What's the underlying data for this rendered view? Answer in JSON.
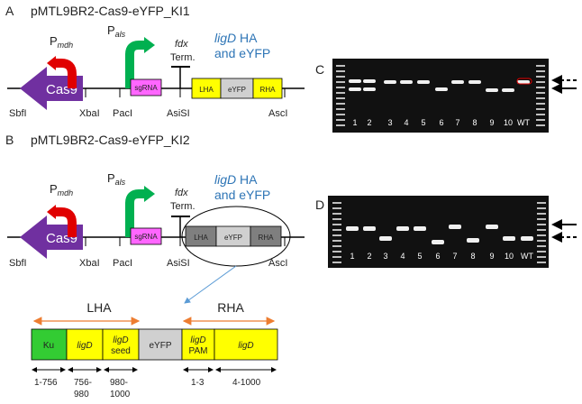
{
  "panelA": {
    "letter": "A",
    "title": "pMTL9BR2-Cas9-eYFP_KI1",
    "pmdh": "P",
    "pmdh_sub": "mdh",
    "pals": "P",
    "pals_sub": "als",
    "fdx": "fdx",
    "term": "Term.",
    "ligd_line1": "ligD",
    "ligd_line1_rest": " HA",
    "ligd_line2": "and eYFP",
    "cas9": "Cas9",
    "sgrna": "sgRNA",
    "lha": "LHA",
    "eyfp": "eYFP",
    "rha": "RHA",
    "sites": [
      "SbfI",
      "XbaI",
      "PacI",
      "AsiSI",
      "AscI"
    ]
  },
  "panelB": {
    "letter": "B",
    "title": "pMTL9BR2-Cas9-eYFP_KI2",
    "pmdh": "P",
    "pmdh_sub": "mdh",
    "pals": "P",
    "pals_sub": "als",
    "fdx": "fdx",
    "term": "Term.",
    "ligd_line1": "ligD",
    "ligd_line1_rest": " HA",
    "ligd_line2": "and eYFP",
    "cas9": "Cas9",
    "sgrna": "sgRNA",
    "lha": "LHA",
    "eyfp": "eYFP",
    "rha": "RHA",
    "sites": [
      "SbfI",
      "XbaI",
      "PacI",
      "AsiSI",
      "AscI"
    ]
  },
  "detail": {
    "lha_label": "LHA",
    "rha_label": "RHA",
    "blocks": [
      {
        "top": "Ku",
        "bottom": ""
      },
      {
        "top": "ligD",
        "bottom": ""
      },
      {
        "top": "ligD",
        "bottom": "seed"
      },
      {
        "top": "eYFP",
        "bottom": ""
      },
      {
        "top": "ligD",
        "bottom": "PAM"
      },
      {
        "top": "ligD",
        "bottom": ""
      }
    ],
    "ranges": [
      {
        "l1": "1-756",
        "l2": ""
      },
      {
        "l1": "756-",
        "l2": "980"
      },
      {
        "l1": "980-",
        "l2": "1000"
      },
      {
        "l1": "1-3",
        "l2": ""
      },
      {
        "l1": "4-1000",
        "l2": ""
      }
    ]
  },
  "gelC": {
    "letter": "C",
    "lanes": [
      "1",
      "2",
      "3",
      "4",
      "5",
      "6",
      "7",
      "8",
      "9",
      "10",
      "WT"
    ]
  },
  "gelD": {
    "letter": "D",
    "lanes": [
      "1",
      "2",
      "3",
      "4",
      "5",
      "6",
      "7",
      "8",
      "9",
      "10",
      "WT"
    ]
  },
  "colors": {
    "cas9": "#7030a0",
    "promoter_mdh": "#e00000",
    "promoter_als": "#00b050",
    "sgrna": "#ff66ff",
    "ha_yellow": "#ffff00",
    "eyfp_grey": "#d0d0d0",
    "ku_green": "#33cc33",
    "ha_dark": "#7f7f7f",
    "ligd_blue": "#2e75b6",
    "orange_arrow": "#ed7d31",
    "gel_bg": "#111111"
  }
}
